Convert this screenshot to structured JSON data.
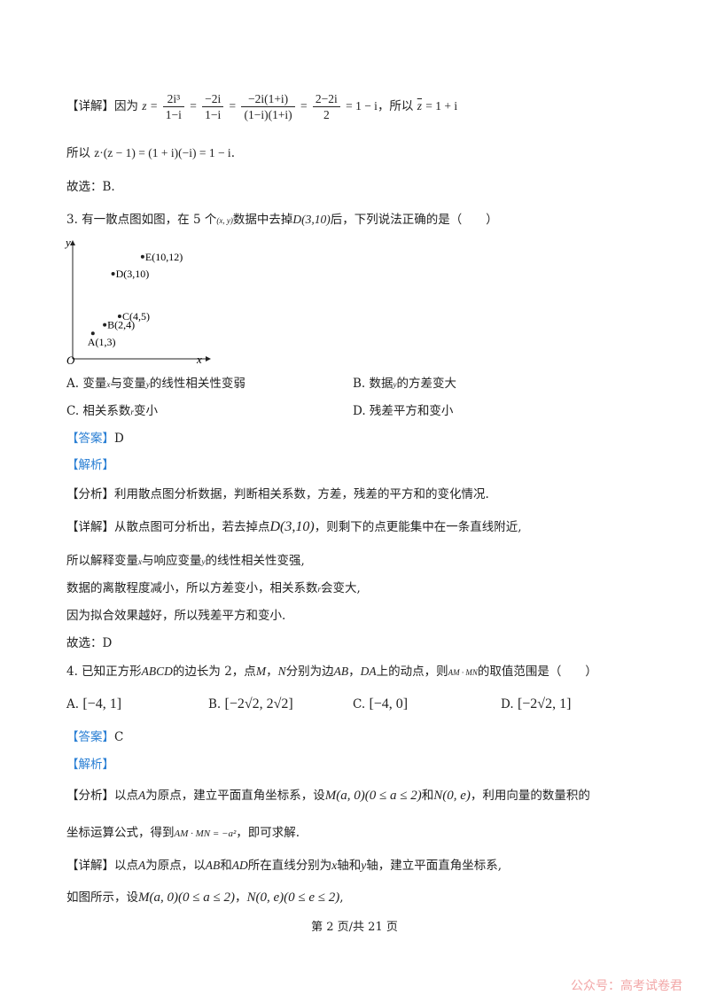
{
  "q2": {
    "detail_tag": "【详解】",
    "detail_text1": "因为",
    "z": "z",
    "eq": "=",
    "f1_num": "2i³",
    "f1_den": "1−i",
    "f2_num": "−2i",
    "f2_den": "1−i",
    "f3_num": "−2i(1+i)",
    "f3_den": "(1−i)(1+i)",
    "f4_num": "2−2i",
    "f4_den": "2",
    "f_result": "= 1 − i",
    "suoyi": "，所以",
    "zbar": "z",
    "zbar_val": "= 1 + i",
    "line2_prefix": "所以",
    "line2_math": "z·(z − 1) = (1 + i)(−i) = 1 − i",
    "line2_end": ".",
    "choice": "故选：B."
  },
  "q3": {
    "stem_a": "3. 有一散点图如图，在 5 个",
    "stem_xy": "(x, y)",
    "stem_b": "数据中去掉",
    "stem_d": "D(3,10)",
    "stem_c": "后，下列说法正确的是（　　）",
    "axis_y": "y",
    "axis_x": "x",
    "origin": "O",
    "optA_pre": "A. 变量",
    "optA_x": "x",
    "optA_mid": "与变量",
    "optA_y": "y",
    "optA_post": "的线性相关性变弱",
    "optB_pre": "B. 数据",
    "optB_y": "y",
    "optB_post": "的方差变大",
    "optC_pre": "C. 相关系数",
    "optC_r": "r",
    "optC_post": "变小",
    "optD": "D. 残差平方和变小",
    "answer_tag": "【答案】",
    "answer": "D",
    "analysis_tag": "【解析】",
    "fenxi_tag": "【分析】",
    "fenxi": "利用散点图分析数据，判断相关系数，方差，残差的平方和的变化情况.",
    "detail_tag": "【详解】",
    "detail1_pre": "从散点图可分析出，若去掉点",
    "detail1_d": "D(3,10)",
    "detail1_post": "，则剩下的点更能集中在一条直线附近,",
    "detail2_pre": "所以解释变量",
    "detail2_x": "x",
    "detail2_mid": "与响应变量",
    "detail2_y": "y",
    "detail2_post": "的线性相关性变强,",
    "detail3_pre": "数据的离散程度减小，所以方差变小，相关系数",
    "detail3_r": "r",
    "detail3_post": "会变大,",
    "detail4": "因为拟合效果越好，所以残差平方和变小.",
    "choice": "故选：D"
  },
  "chart_data": {
    "type": "scatter",
    "title": "",
    "xlabel": "x",
    "ylabel": "y",
    "points": [
      {
        "label": "A(1,3)",
        "x": 1,
        "y": 3
      },
      {
        "label": "B(2,4)",
        "x": 2,
        "y": 4
      },
      {
        "label": "C(4,5)",
        "x": 4,
        "y": 5
      },
      {
        "label": "D(3,10)",
        "x": 3,
        "y": 10
      },
      {
        "label": "E(10,12)",
        "x": 10,
        "y": 12
      }
    ],
    "grid": false
  },
  "q4": {
    "stem_a": "4. 已知正方形",
    "abcd": "ABCD",
    "stem_b": "的边长为 2，点",
    "m": "M",
    "comma": "，",
    "n": "N",
    "stem_c": "分别为边",
    "ab": "AB",
    "sep": "，",
    "da": "DA",
    "stem_d": "上的动点，则",
    "vec": "AM · MN",
    "stem_e": "的取值范围是（　　）",
    "optA": "A.",
    "optA_val": "[−4, 1]",
    "optB": "B.",
    "optB_val": "[−2√2, 2√2]",
    "optC": "C.",
    "optC_val": "[−4, 0]",
    "optD": "D.",
    "optD_val": "[−2√2, 1]",
    "answer_tag": "【答案】",
    "answer": "C",
    "analysis_tag": "【解析】",
    "fenxi_tag": "【分析】",
    "fenxi1_a": "以点",
    "fenxi1_A": "A",
    "fenxi1_b": "为原点，建立平面直角坐标系，设",
    "fenxi1_M": "M(a, 0)(0 ≤ a ≤ 2)",
    "fenxi1_c": "和",
    "fenxi1_N": "N(0, e)",
    "fenxi1_d": "，利用向量的数量积的",
    "fenxi2_a": "坐标运算公式，得到",
    "fenxi2_eq": "AM · MN = −a²",
    "fenxi2_b": "，即可求解.",
    "detail_tag": "【详解】",
    "detail1_a": "以点",
    "detail1_A": "A",
    "detail1_b": "为原点，以",
    "detail1_AB": "AB",
    "detail1_c": "和",
    "detail1_AD": "AD",
    "detail1_d": "所在直线分别为",
    "detail1_x": "x",
    "detail1_e": "轴和",
    "detail1_y": "y",
    "detail1_f": "轴，建立平面直角坐标系,",
    "detail2_a": "如图所示，设",
    "detail2_M": "M(a, 0)(0 ≤ a ≤ 2)",
    "detail2_b": "，",
    "detail2_N": "N(0, e)(0 ≤ e ≤ 2)",
    "detail2_c": ","
  },
  "footer": "第 2 页/共 21 页",
  "watermark": "公众号：高考试卷君"
}
